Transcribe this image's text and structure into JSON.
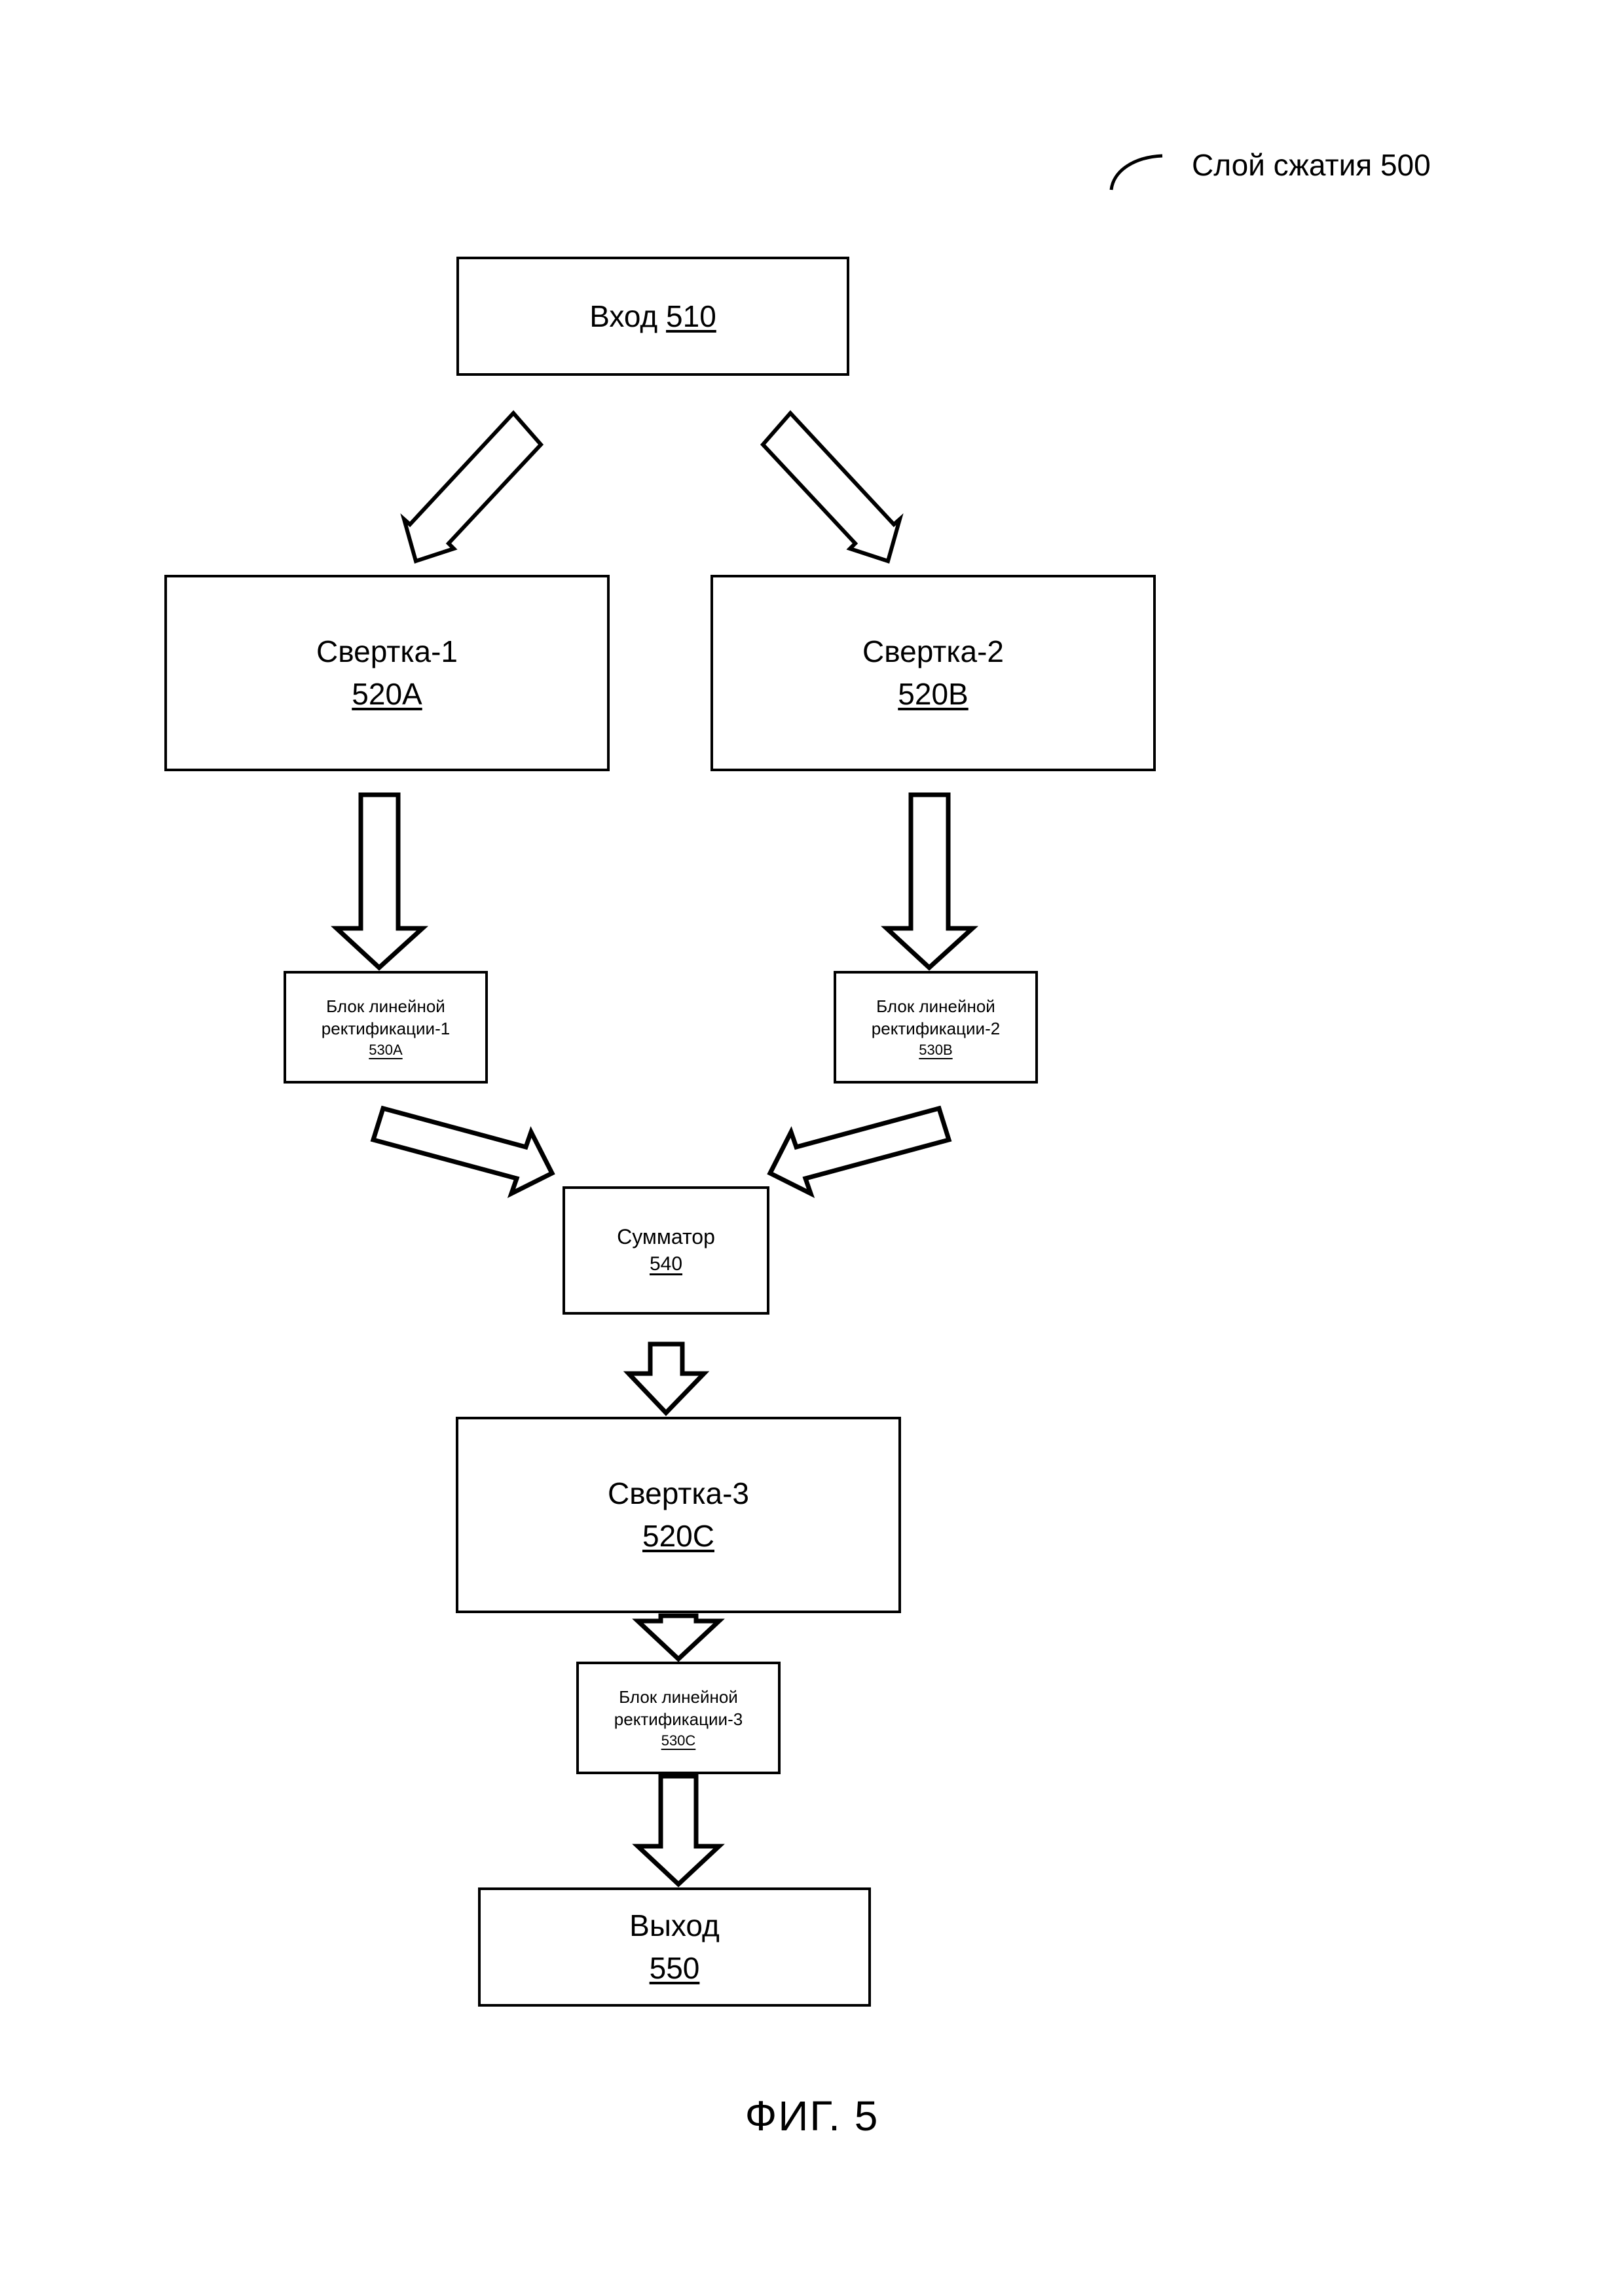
{
  "figure": {
    "caption": "ФИГ. 5",
    "layer_label": "Слой сжатия 500",
    "line_color": "#000000",
    "background_color": "#ffffff"
  },
  "nodes": {
    "input": {
      "title": "Вход",
      "ref": "510"
    },
    "conv1": {
      "title": "Свертка-1",
      "ref": "520A"
    },
    "conv2": {
      "title": "Свертка-2",
      "ref": "520B"
    },
    "relu1": {
      "line1": "Блок линейной",
      "line2": "ректификации-1",
      "ref": "530A"
    },
    "relu2": {
      "line1": "Блок линейной",
      "line2": "ректификации-2",
      "ref": "530B"
    },
    "summator": {
      "title": "Сумматор",
      "ref": "540"
    },
    "conv3": {
      "title": "Свертка-3",
      "ref": "520C"
    },
    "relu3": {
      "line1": "Блок линейной",
      "line2": "ректификации-3",
      "ref": "530C"
    },
    "output": {
      "title": "Выход",
      "ref": "550"
    }
  },
  "connectors": [
    {
      "name": "input-to-conv1",
      "from": "input",
      "to": "conv1",
      "style": "block-arrow-diagonal-down-left"
    },
    {
      "name": "input-to-conv2",
      "from": "input",
      "to": "conv2",
      "style": "block-arrow-diagonal-down-right"
    },
    {
      "name": "conv1-to-relu1",
      "from": "conv1",
      "to": "relu1",
      "style": "block-arrow-down"
    },
    {
      "name": "conv2-to-relu2",
      "from": "conv2",
      "to": "relu2",
      "style": "block-arrow-down"
    },
    {
      "name": "relu1-to-summator",
      "from": "relu1",
      "to": "summator",
      "style": "block-arrow-diagonal-down-right"
    },
    {
      "name": "relu2-to-summator",
      "from": "relu2",
      "to": "summator",
      "style": "block-arrow-diagonal-down-left"
    },
    {
      "name": "summator-to-conv3",
      "from": "summator",
      "to": "conv3",
      "style": "block-arrow-down"
    },
    {
      "name": "conv3-to-relu3",
      "from": "conv3",
      "to": "relu3",
      "style": "block-arrow-down"
    },
    {
      "name": "relu3-to-output",
      "from": "relu3",
      "to": "output",
      "style": "block-arrow-down"
    },
    {
      "name": "layer-leader-line",
      "from": "layer-label",
      "to": "diagram",
      "style": "curved-leader"
    }
  ]
}
